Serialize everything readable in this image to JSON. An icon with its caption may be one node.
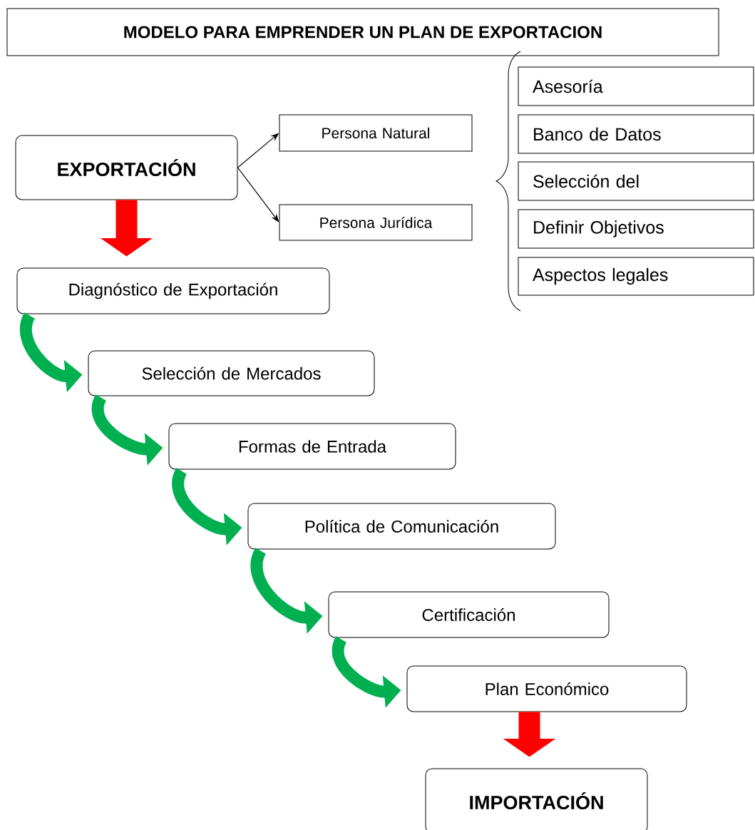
{
  "diagram": {
    "title": "MODELO PARA EMPRENDER UN PLAN DE EXPORTACION",
    "nodes": [
      {
        "text": [
          "EXPORTACIÓN"
        ]
      },
      {
        "text": [
          "Persona Natural"
        ]
      },
      {
        "text": [
          "Persona Jurídica"
        ]
      },
      {
        "text": [
          "Asesoría"
        ]
      },
      {
        "text": [
          "Banco de Datos"
        ]
      },
      {
        "text": [
          "Selección del"
        ]
      },
      {
        "text": [
          "Definir Objetivos"
        ]
      },
      {
        "text": [
          "Aspectos legales"
        ]
      },
      {
        "text": [
          "Diagnóstico de Exportación"
        ]
      },
      {
        "text": [
          "Selección de Mercados"
        ]
      },
      {
        "text": [
          "Formas de Entrada"
        ]
      },
      {
        "text": [
          "Política de Comunicación"
        ]
      },
      {
        "text": [
          "Certificación"
        ]
      },
      {
        "text": [
          "Plan Económico"
        ]
      },
      {
        "text": [
          "IMPORTACIÓN"
        ]
      }
    ],
    "edges": [
      {
        "from": 0,
        "to": 1,
        "arrow": "to",
        "color": "#000000"
      },
      {
        "from": 0,
        "to": 2,
        "arrow": "to",
        "color": "#000000"
      },
      {
        "from": 0,
        "to": 8,
        "arrow": "to",
        "color": "#ff0000"
      },
      {
        "from": 8,
        "to": 9,
        "arrow": "to",
        "color": "#00b050"
      },
      {
        "from": 9,
        "to": 10,
        "arrow": "to",
        "color": "#00b050"
      },
      {
        "from": 10,
        "to": 11,
        "arrow": "to",
        "color": "#00b050"
      },
      {
        "from": 11,
        "to": 12,
        "arrow": "to",
        "color": "#00b050"
      },
      {
        "from": 12,
        "to": 13,
        "arrow": "to",
        "color": "#00b050"
      },
      {
        "from": 13,
        "to": 14,
        "arrow": "to",
        "color": "#ff0000"
      }
    ]
  }
}
